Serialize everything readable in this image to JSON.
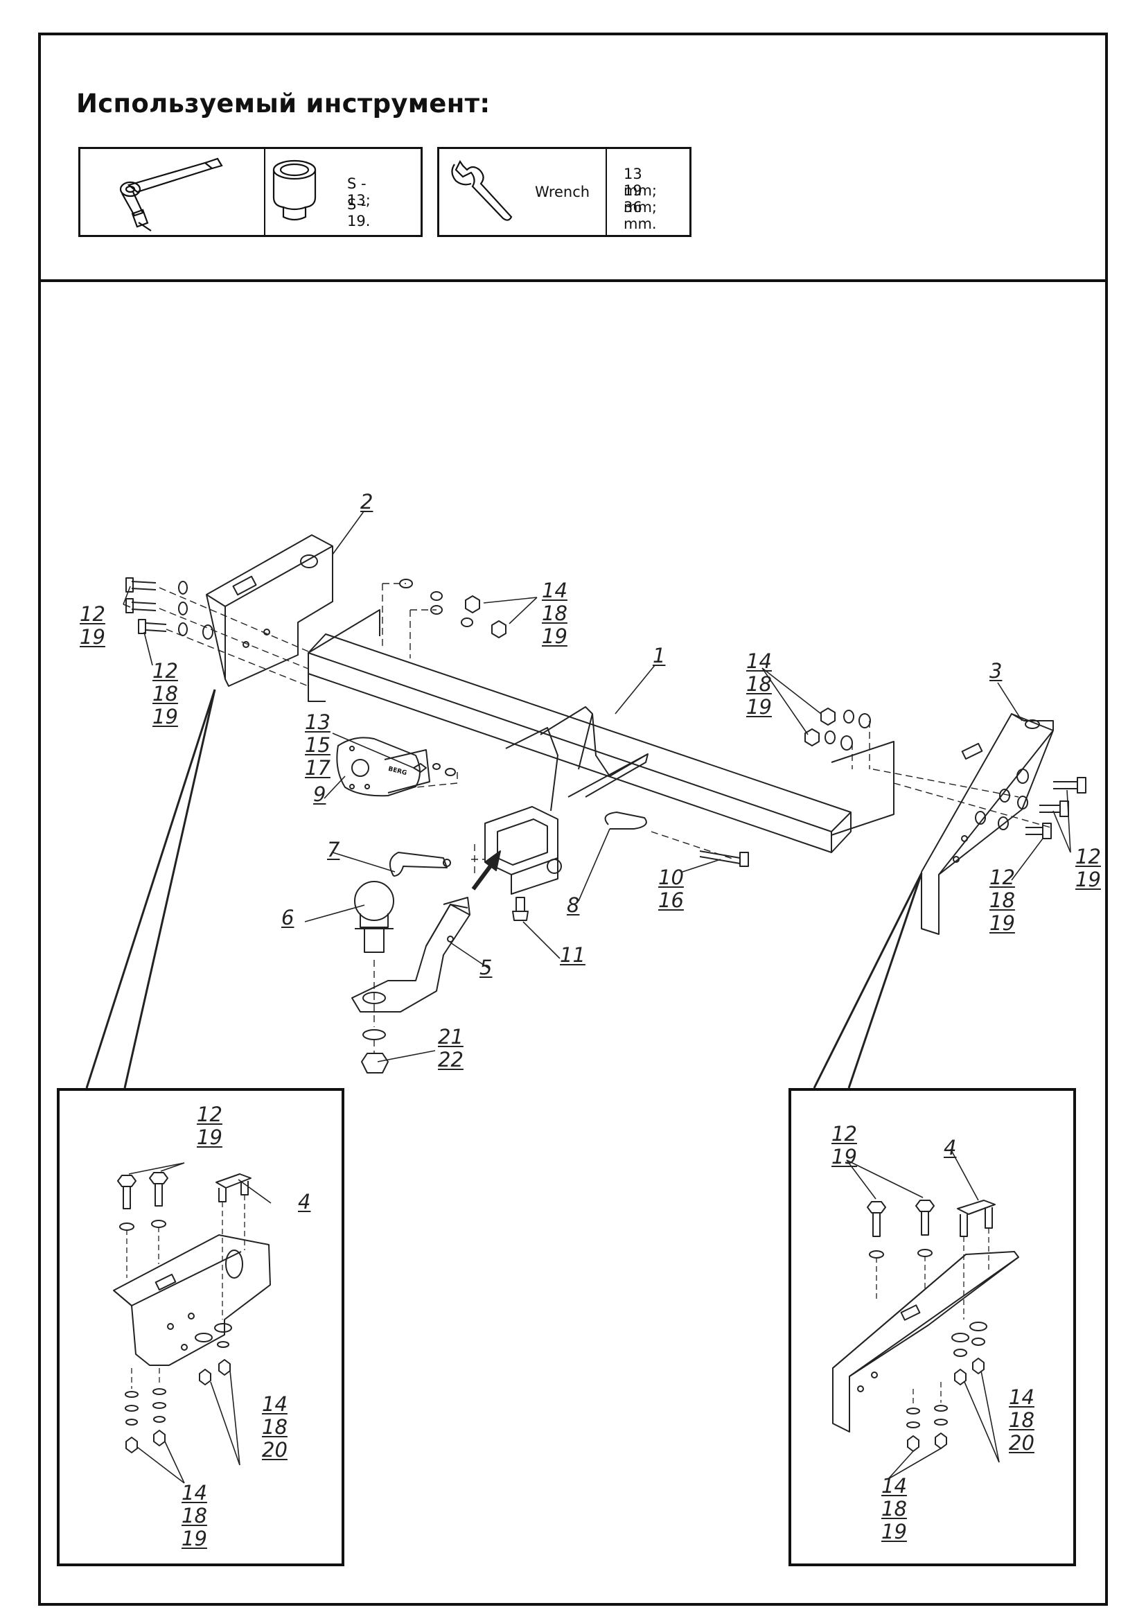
{
  "header": {
    "title": "Используемый инструмент:"
  },
  "tools": {
    "socket_sizes": [
      "S - 13;",
      "S - 19."
    ],
    "wrench_label": "Wrench",
    "wrench_sizes": [
      "13 mm;",
      "19 mm;",
      "36 mm."
    ]
  },
  "callouts": {
    "c2": [
      "2"
    ],
    "c1": [
      "1"
    ],
    "c3": [
      "3"
    ],
    "c12_19_left": [
      "12",
      "19"
    ],
    "c12_18_19_left": [
      "12",
      "18",
      "19"
    ],
    "c14_18_19_top": [
      "14",
      "18",
      "19"
    ],
    "c14_18_19_mid": [
      "14",
      "18",
      "19"
    ],
    "c13_15_17": [
      "13",
      "15",
      "17"
    ],
    "c9": [
      "9"
    ],
    "c7": [
      "7"
    ],
    "c6": [
      "6"
    ],
    "c5": [
      "5"
    ],
    "c8": [
      "8"
    ],
    "c11": [
      "11"
    ],
    "c10_16": [
      "10",
      "16"
    ],
    "c21_22": [
      "21",
      "22"
    ],
    "c12_19_right": [
      "12",
      "19"
    ],
    "c12_18_19_right": [
      "12",
      "18",
      "19"
    ],
    "inset_left_12_19": [
      "12",
      "19"
    ],
    "inset_left_4": [
      "4"
    ],
    "inset_left_14_18_20": [
      "14",
      "18",
      "20"
    ],
    "inset_left_14_18_19": [
      "14",
      "18",
      "19"
    ],
    "inset_right_12_19": [
      "12",
      "19"
    ],
    "inset_right_4": [
      "4"
    ],
    "inset_right_14_18_20": [
      "14",
      "18",
      "20"
    ],
    "inset_right_14_18_19": [
      "14",
      "18",
      "19"
    ]
  },
  "decals": {
    "plate_brand": "BERG"
  }
}
